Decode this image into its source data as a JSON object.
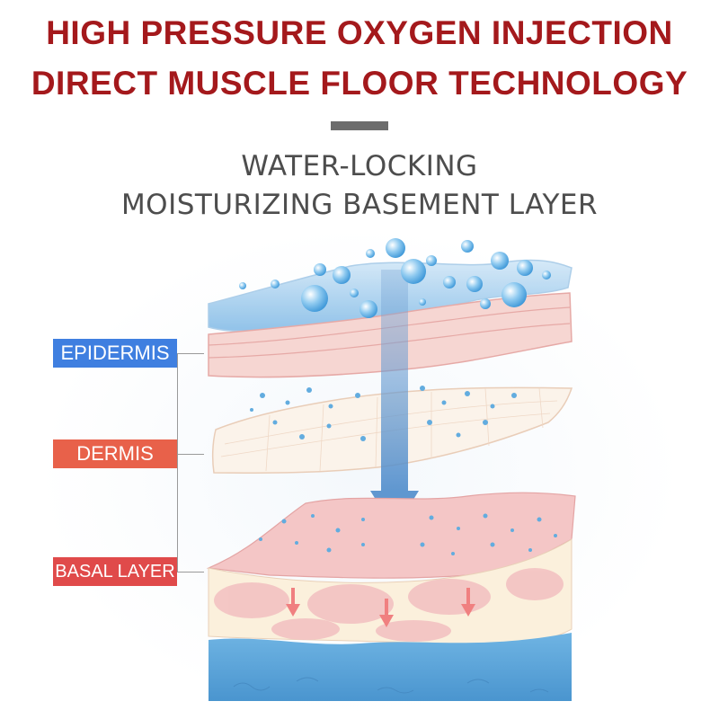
{
  "heading": {
    "line1": "HIGH PRESSURE OXYGEN INJECTION",
    "line2": "DIRECT MUSCLE FLOOR TECHNOLOGY"
  },
  "subheading": {
    "line1": "WATER-LOCKING",
    "line2": "MOISTURIZING BASEMENT LAYER"
  },
  "layers": {
    "epidermis": "EPIDERMIS",
    "dermis": "DERMIS",
    "basal": "BASAL LAYER"
  },
  "colors": {
    "heading": "#a4191c",
    "subheading": "#4d4d4d",
    "epidermis_tag": "#3f7fe0",
    "dermis_tag": "#e8614a",
    "basal_tag": "#e04a4a",
    "water": "#5aa5dc",
    "skin_pink": "#f6cfcf"
  }
}
